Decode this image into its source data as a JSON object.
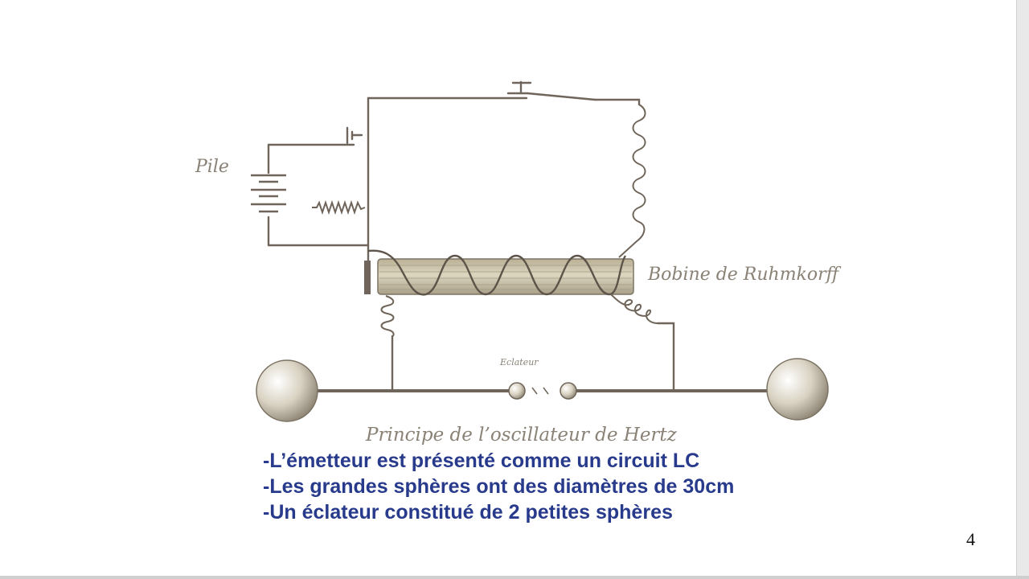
{
  "diagram": {
    "label_pile": "Pile",
    "label_bobine": "Bobine de Ruhmkorff",
    "label_eclateur": "Eclateur",
    "caption": "Principe de l’oscillateur de Hertz",
    "stroke_color": "#6f655a",
    "coil_color": "#c9c1a8",
    "sphere_color": "#d8d1c1"
  },
  "bullets": [
    "-L’émetteur est présenté comme un circuit LC",
    "-Les grandes sphères ont des diamètres de 30cm",
    "-Un éclateur constitué de 2 petites sphères"
  ],
  "page_number": "4",
  "text_color": "#283a8c"
}
